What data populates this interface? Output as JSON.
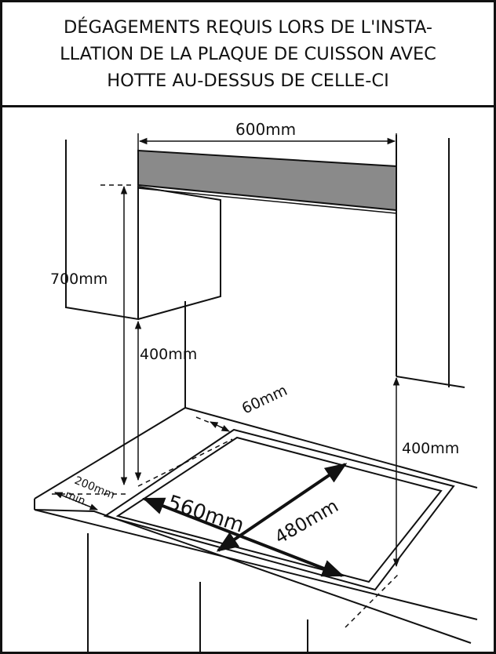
{
  "title": {
    "line1": "DÉGAGEMENTS REQUIS LORS DE L'INSTA-",
    "line2": "LLATION DE LA PLAQUE DE CUISSON AVEC",
    "line3": "HOTTE AU-DESSUS DE CELLE-CI"
  },
  "dimensions": {
    "hood_width": "600mm",
    "hood_height": "700mm",
    "cabinet_clearance": "400mm",
    "back_clearance": "60mm",
    "side_clearance": "400mm",
    "front_clearance": "200mm",
    "front_clearance_note": "min.",
    "cutout_width": "560mm",
    "cutout_depth": "480mm"
  },
  "colors": {
    "line": "#111111",
    "hood": "#8a8a8a"
  }
}
